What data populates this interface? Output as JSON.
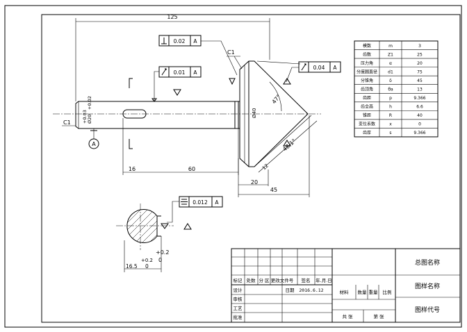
{
  "dimensions": {
    "overall_length": "125",
    "slot_offset": "16",
    "slot_length": "60",
    "cone_length_20": "20",
    "cone_length_45": "45",
    "cone_angle": "47°",
    "cone_slant": "48.1°",
    "chamfer_left": "C1",
    "chamfer_cone": "C1",
    "face_width": "12",
    "cone_diameter": "Ø40",
    "shaft_tol_upper": "+0.03",
    "shaft_diameter": "Ø20",
    "shaft_tol_lower": "+0.02"
  },
  "datum": {
    "label": "A"
  },
  "frames": {
    "perpendicularity": {
      "value": "0.02",
      "datum": "A"
    },
    "runout_shaft": {
      "value": "0.01",
      "datum": "A"
    },
    "runout_cone": {
      "value": "0.04",
      "datum": "A"
    },
    "symmetry_slot": {
      "value": "0.012",
      "datum": "A"
    }
  },
  "section": {
    "depth_value": "16.5",
    "depth_tol": "0",
    "tol_left": "+0.2",
    "tol_plus": "+0.2",
    "tol_zero": "0"
  },
  "gear_table": {
    "rows": [
      {
        "name": "模数",
        "symbol": "m",
        "value": "3"
      },
      {
        "name": "齿数",
        "symbol": "Z1",
        "value": "25"
      },
      {
        "name": "压力角",
        "symbol": "α",
        "value": "20"
      },
      {
        "name": "分度圆直径",
        "symbol": "d1",
        "value": "75"
      },
      {
        "name": "分锥角",
        "symbol": "δ",
        "value": "45"
      },
      {
        "name": "齿顶角",
        "symbol": "θa",
        "value": "13"
      },
      {
        "name": "齿距",
        "symbol": "p",
        "value": "9.366"
      },
      {
        "name": "齿全高",
        "symbol": "h",
        "value": "6.6"
      },
      {
        "name": "锥距",
        "symbol": "R",
        "value": "40"
      },
      {
        "name": "变位系数",
        "symbol": "x",
        "value": "0"
      },
      {
        "name": "齿厚",
        "symbol": "s",
        "value": "9.366"
      }
    ]
  },
  "title_block": {
    "general_name": "总图名称",
    "part_name": "图样名称",
    "drawing_code": "图样代号",
    "header_marks": "标记",
    "header_count": "处数",
    "header_zone": "分 区",
    "header_change": "更改文件号",
    "header_sign": "签名",
    "header_date": "年.月.日",
    "design": "设计",
    "check": "审核",
    "process": "工艺",
    "approve": "批准",
    "date_label": "日期",
    "date_value": "2016.6.12",
    "material": "材料",
    "quantity": "数量",
    "weight": "重量",
    "scale": "比例",
    "sheet_total": "共 张",
    "sheet_no": "第 张"
  }
}
